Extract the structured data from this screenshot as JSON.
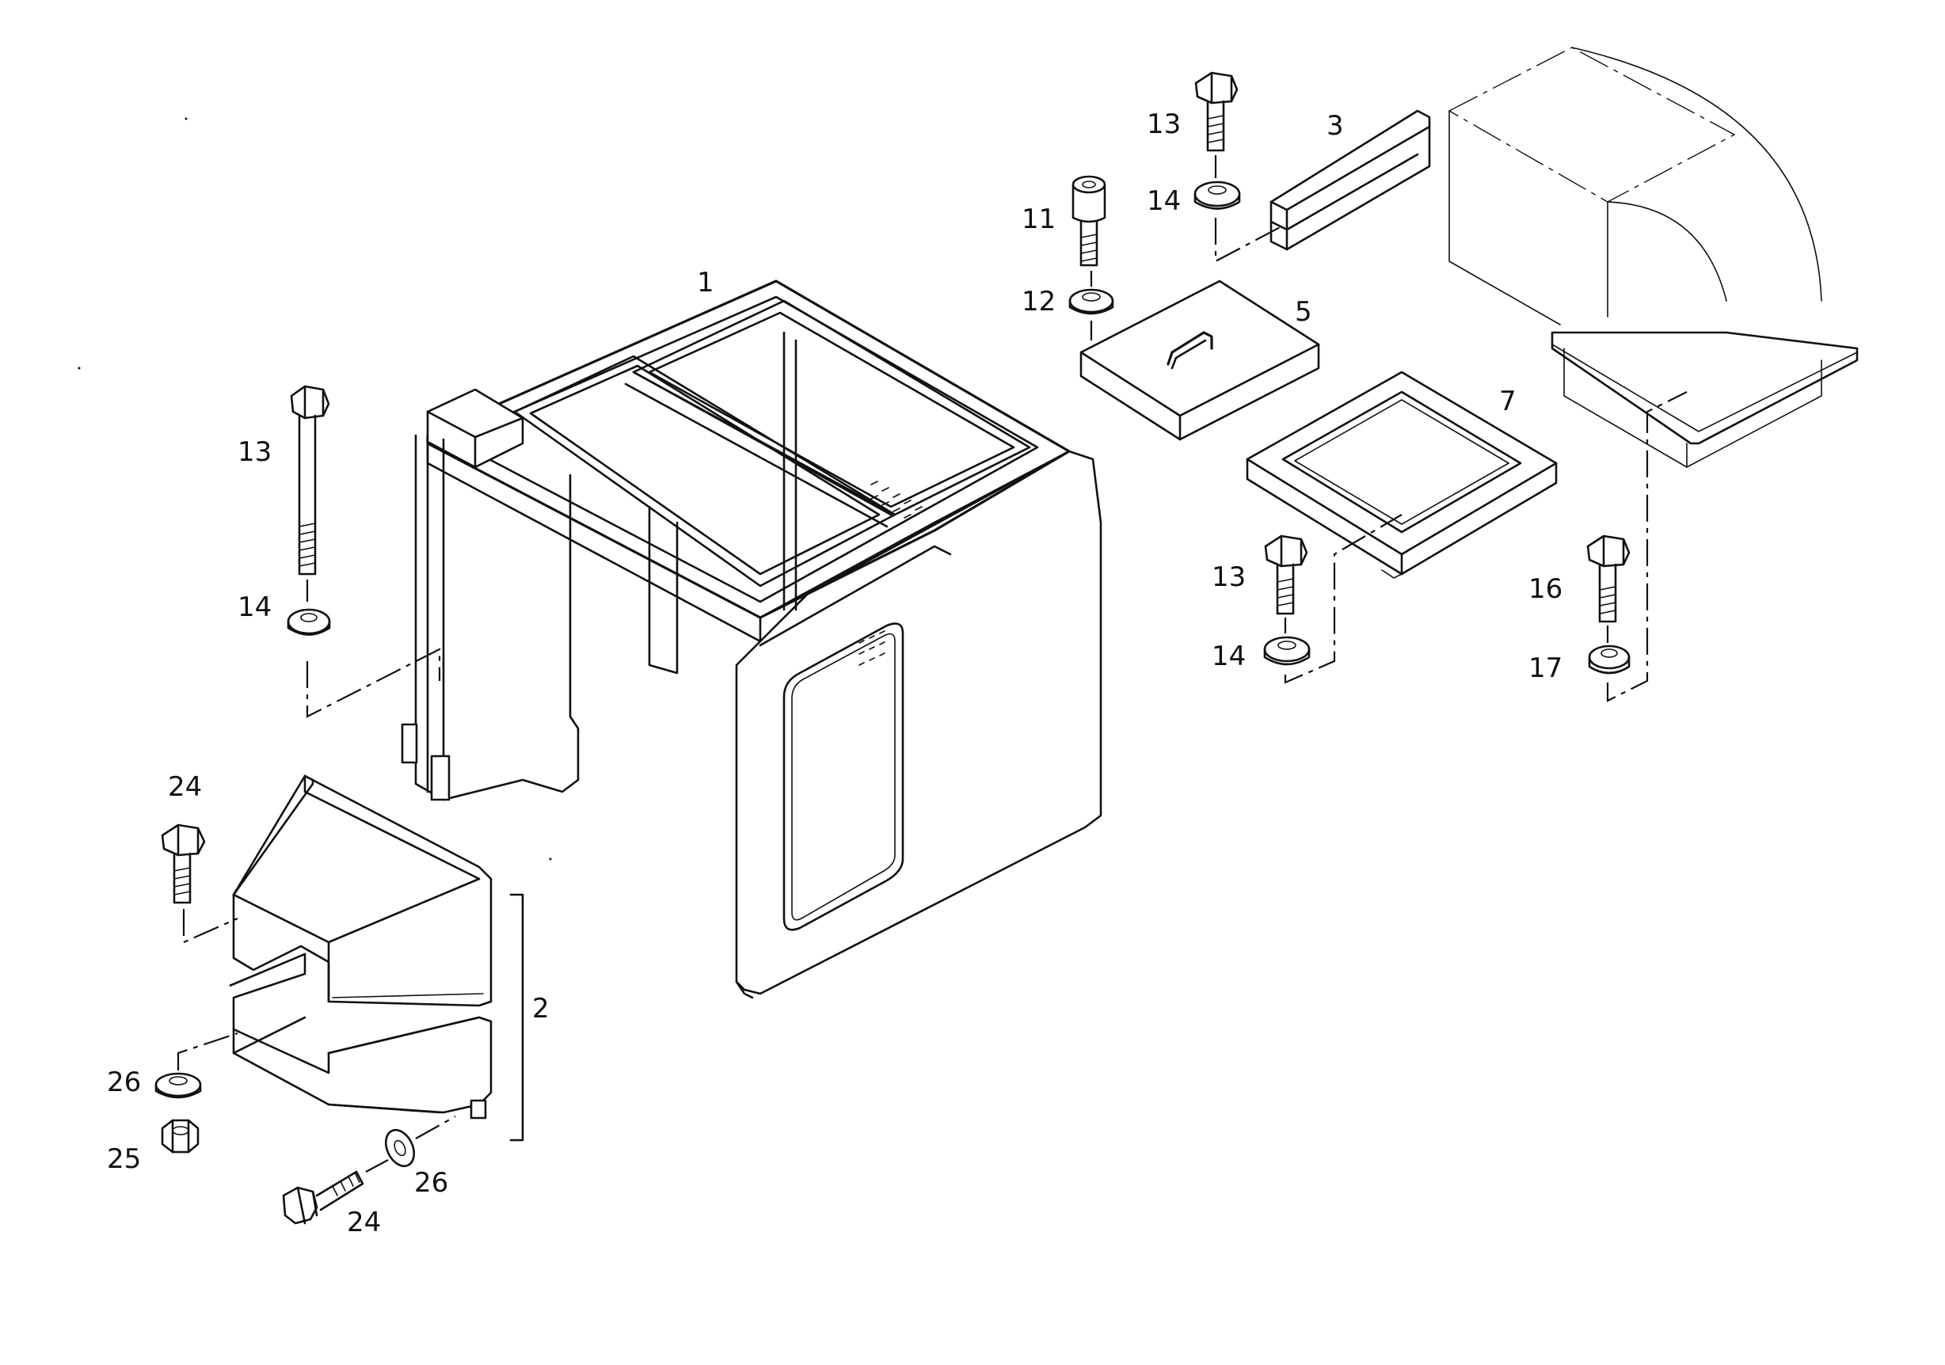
{
  "callouts": {
    "c1": "1",
    "c2": "2",
    "c3": "3",
    "c5": "5",
    "c7": "7",
    "c11": "11",
    "c12": "12",
    "c13_left": "13",
    "c14_left": "14",
    "c13_top": "13",
    "c14_top": "14",
    "c13_mid": "13",
    "c14_mid": "14",
    "c16": "16",
    "c17": "17",
    "c24_top": "24",
    "c24_bottom": "24",
    "c25": "25",
    "c26_left": "26",
    "c26_bottom": "26"
  }
}
